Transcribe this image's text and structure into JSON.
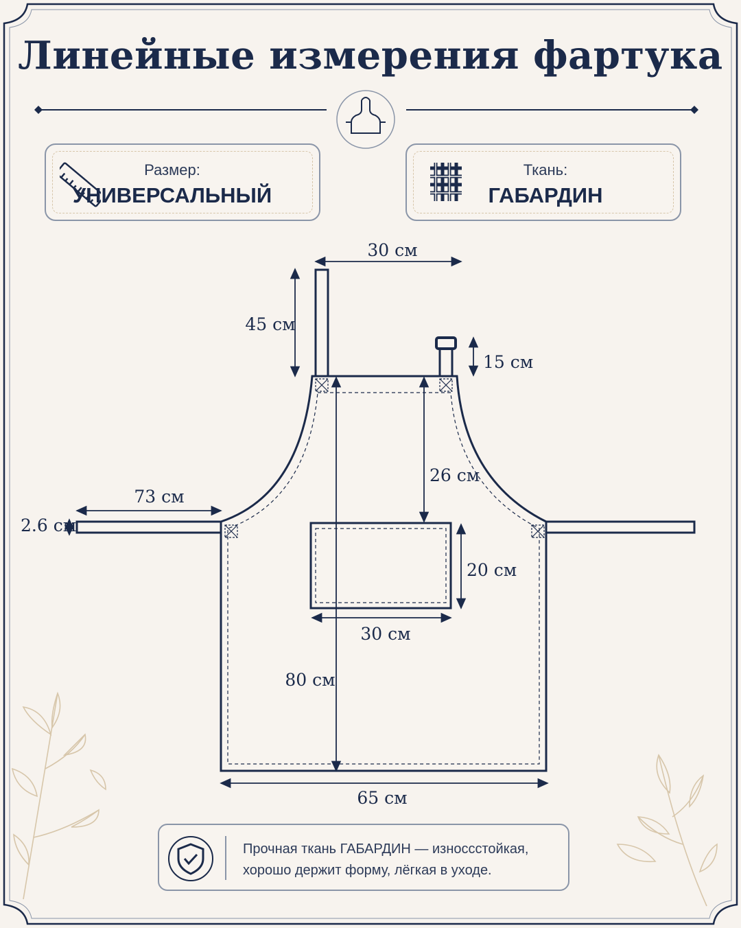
{
  "title": "Линейные измерения фартука",
  "size_card": {
    "label": "Размер:",
    "value": "УНИВЕРСАЛЬНЫЙ",
    "icon": "ruler-icon"
  },
  "fabric_card": {
    "label": "Ткань:",
    "value": "ГАБАРДИН",
    "icon": "fabric-weave-icon"
  },
  "dimensions": {
    "neck_width": "30 см",
    "neck_strap": "45 см",
    "strap_loop": "15 см",
    "bib_to_pocket": "26 см",
    "waist_tie": "73 см",
    "tie_width": "2.6 см",
    "pocket_height": "20 см",
    "pocket_width": "30 см",
    "total_length": "80 см",
    "bottom_width": "65 см"
  },
  "note": {
    "icon": "shield-check-icon",
    "text": "Прочная ткань ГАБАРДИН — износсстойкая, хорошо держит форму, лёгкая в уходе."
  },
  "colors": {
    "navy": "#1b2a4a",
    "background": "#f7f3ee",
    "gold": "#d7c6aa"
  }
}
